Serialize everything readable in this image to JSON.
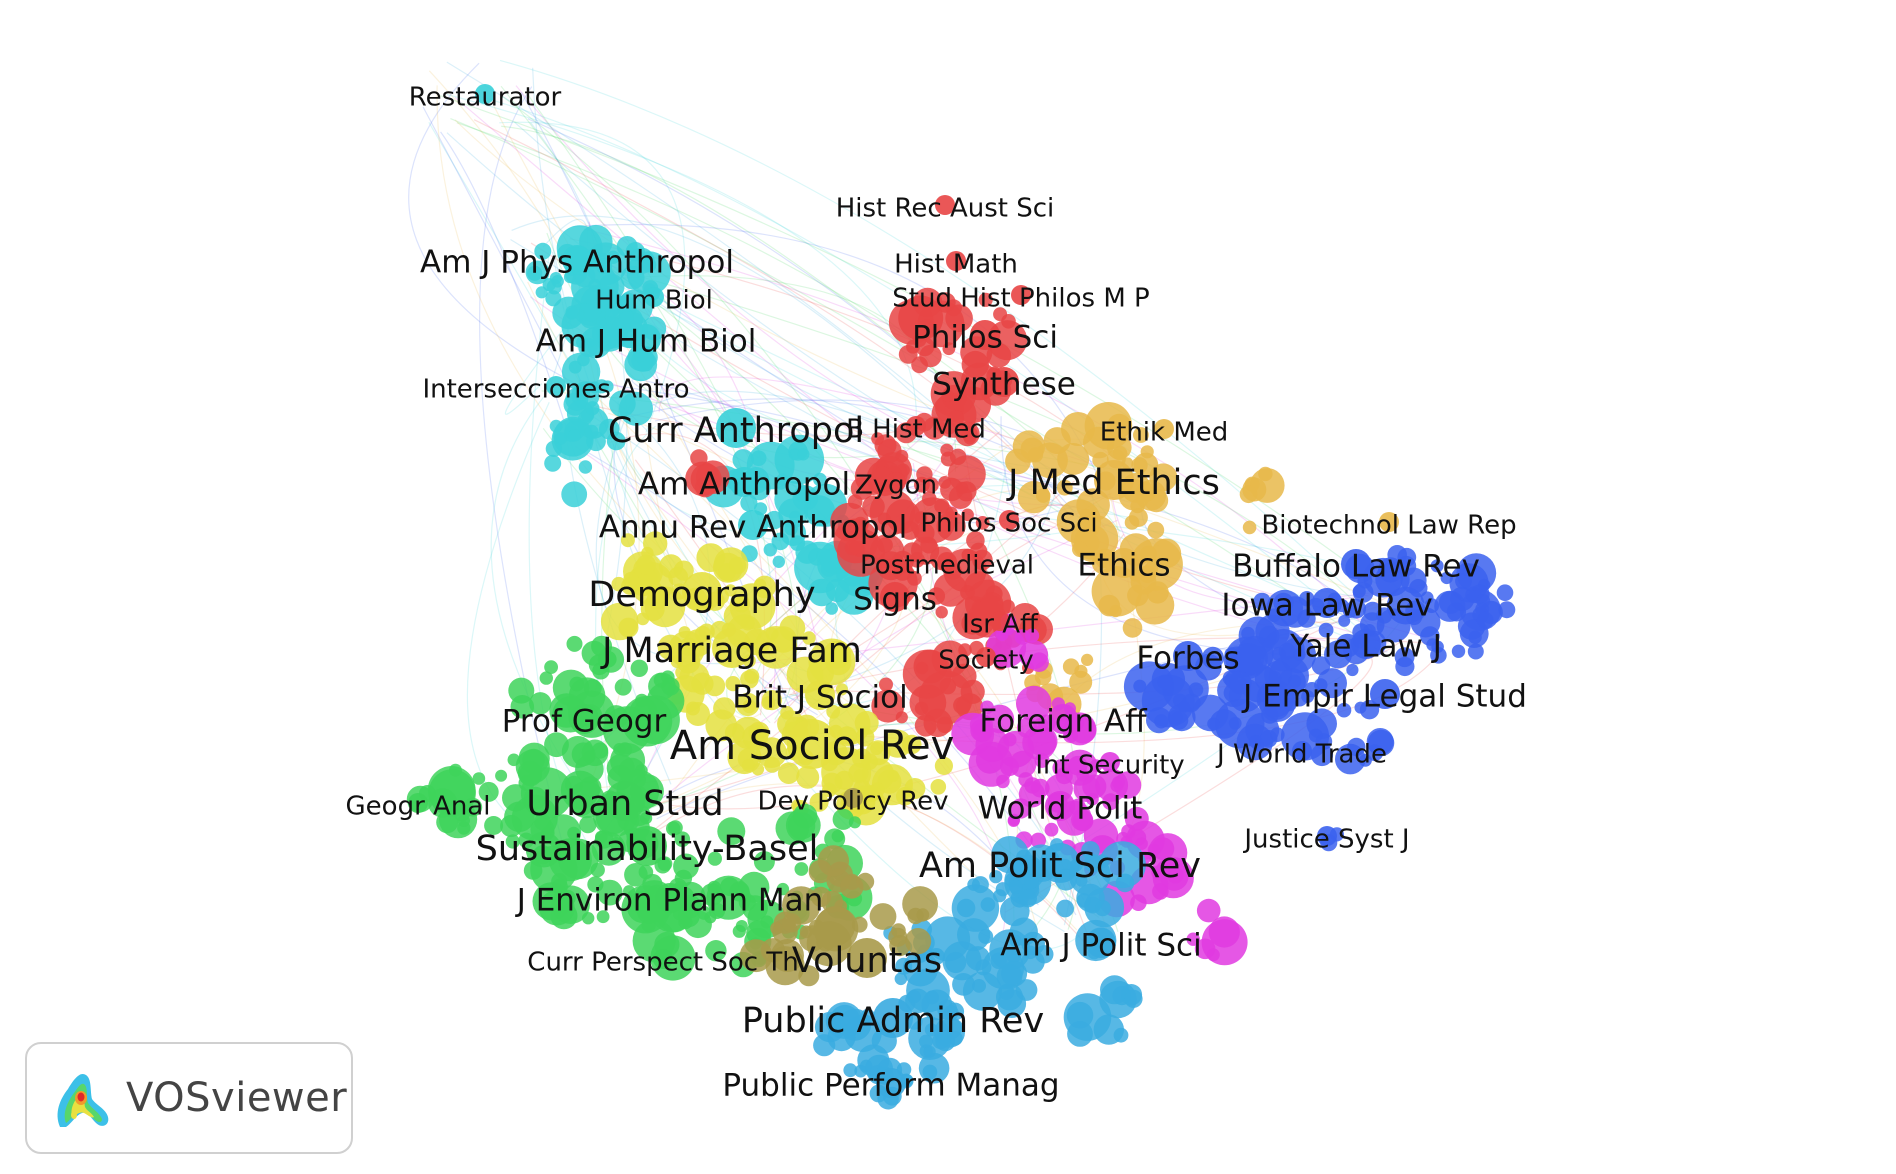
{
  "app": {
    "name": "VOSviewer"
  },
  "clusters": [
    {
      "id": "red",
      "color": "#e84545"
    },
    {
      "id": "cyan",
      "color": "#39d0d8"
    },
    {
      "id": "yellow",
      "color": "#e4e040"
    },
    {
      "id": "green",
      "color": "#3ed35a"
    },
    {
      "id": "blue",
      "color": "#3b62ee"
    },
    {
      "id": "gold",
      "color": "#e8b84a"
    },
    {
      "id": "magenta",
      "color": "#e03ae0"
    },
    {
      "id": "sky",
      "color": "#3aabe0"
    },
    {
      "id": "olive",
      "color": "#a89a4a"
    }
  ],
  "labels": [
    {
      "text": "Restaurator",
      "cluster": "cyan",
      "weight": 1
    },
    {
      "text": "Hist Rec Aust Sci",
      "cluster": "red",
      "weight": 1
    },
    {
      "text": "Hist Math",
      "cluster": "red",
      "weight": 1
    },
    {
      "text": "Stud Hist Philos M P",
      "cluster": "red",
      "weight": 1
    },
    {
      "text": "Am J Phys Anthropol",
      "cluster": "cyan",
      "weight": 2
    },
    {
      "text": "Hum Biol",
      "cluster": "cyan",
      "weight": 1
    },
    {
      "text": "Am J Hum Biol",
      "cluster": "cyan",
      "weight": 2
    },
    {
      "text": "Philos Sci",
      "cluster": "red",
      "weight": 2
    },
    {
      "text": "Synthese",
      "cluster": "red",
      "weight": 2
    },
    {
      "text": "Intersecciones Antro",
      "cluster": "cyan",
      "weight": 1
    },
    {
      "text": "Curr Anthropol",
      "cluster": "cyan",
      "weight": 3
    },
    {
      "text": "B Hist Med",
      "cluster": "red",
      "weight": 1
    },
    {
      "text": "Ethik Med",
      "cluster": "gold",
      "weight": 1
    },
    {
      "text": "J Med Ethics",
      "cluster": "gold",
      "weight": 3
    },
    {
      "text": "Am Anthropol",
      "cluster": "cyan",
      "weight": 2
    },
    {
      "text": "Zygon",
      "cluster": "red",
      "weight": 1
    },
    {
      "text": "Annu Rev Anthropol",
      "cluster": "cyan",
      "weight": 2
    },
    {
      "text": "Philos Soc Sci",
      "cluster": "red",
      "weight": 1
    },
    {
      "text": "Biotechnol Law Rep",
      "cluster": "gold",
      "weight": 1
    },
    {
      "text": "Postmedieval",
      "cluster": "red",
      "weight": 1
    },
    {
      "text": "Ethics",
      "cluster": "gold",
      "weight": 2
    },
    {
      "text": "Buffalo Law Rev",
      "cluster": "blue",
      "weight": 2
    },
    {
      "text": "Demography",
      "cluster": "yellow",
      "weight": 3
    },
    {
      "text": "Signs",
      "cluster": "red",
      "weight": 2
    },
    {
      "text": "Iowa Law Rev",
      "cluster": "blue",
      "weight": 2
    },
    {
      "text": "Isr Aff",
      "cluster": "red",
      "weight": 1
    },
    {
      "text": "Yale Law J",
      "cluster": "blue",
      "weight": 2
    },
    {
      "text": "J Marriage Fam",
      "cluster": "yellow",
      "weight": 3
    },
    {
      "text": "Society",
      "cluster": "red",
      "weight": 1
    },
    {
      "text": "Forbes",
      "cluster": "blue",
      "weight": 2
    },
    {
      "text": "Brit J Sociol",
      "cluster": "yellow",
      "weight": 2
    },
    {
      "text": "J Empir Legal Stud",
      "cluster": "blue",
      "weight": 2
    },
    {
      "text": "Prof Geogr",
      "cluster": "green",
      "weight": 2
    },
    {
      "text": "Foreign Aff",
      "cluster": "magenta",
      "weight": 2
    },
    {
      "text": "Am Sociol Rev",
      "cluster": "yellow",
      "weight": 4
    },
    {
      "text": "Int Security",
      "cluster": "magenta",
      "weight": 1
    },
    {
      "text": "J World Trade",
      "cluster": "blue",
      "weight": 1
    },
    {
      "text": "Geogr Anal",
      "cluster": "green",
      "weight": 1
    },
    {
      "text": "Urban Stud",
      "cluster": "green",
      "weight": 3
    },
    {
      "text": "Dev Policy Rev",
      "cluster": "olive",
      "weight": 1
    },
    {
      "text": "World Polit",
      "cluster": "magenta",
      "weight": 2
    },
    {
      "text": "Justice Syst J",
      "cluster": "blue",
      "weight": 1
    },
    {
      "text": "Sustainability-Basel",
      "cluster": "green",
      "weight": 3
    },
    {
      "text": "Am Polit Sci Rev",
      "cluster": "sky",
      "weight": 3
    },
    {
      "text": "J Environ Plann Man",
      "cluster": "green",
      "weight": 2
    },
    {
      "text": "Am J Polit Sci",
      "cluster": "sky",
      "weight": 2
    },
    {
      "text": "Curr Perspect Soc Th",
      "cluster": "green",
      "weight": 1
    },
    {
      "text": "Voluntas",
      "cluster": "olive",
      "weight": 3
    },
    {
      "text": "Public Admin Rev",
      "cluster": "sky",
      "weight": 3
    },
    {
      "text": "Public Perform Manag",
      "cluster": "sky",
      "weight": 2
    }
  ]
}
